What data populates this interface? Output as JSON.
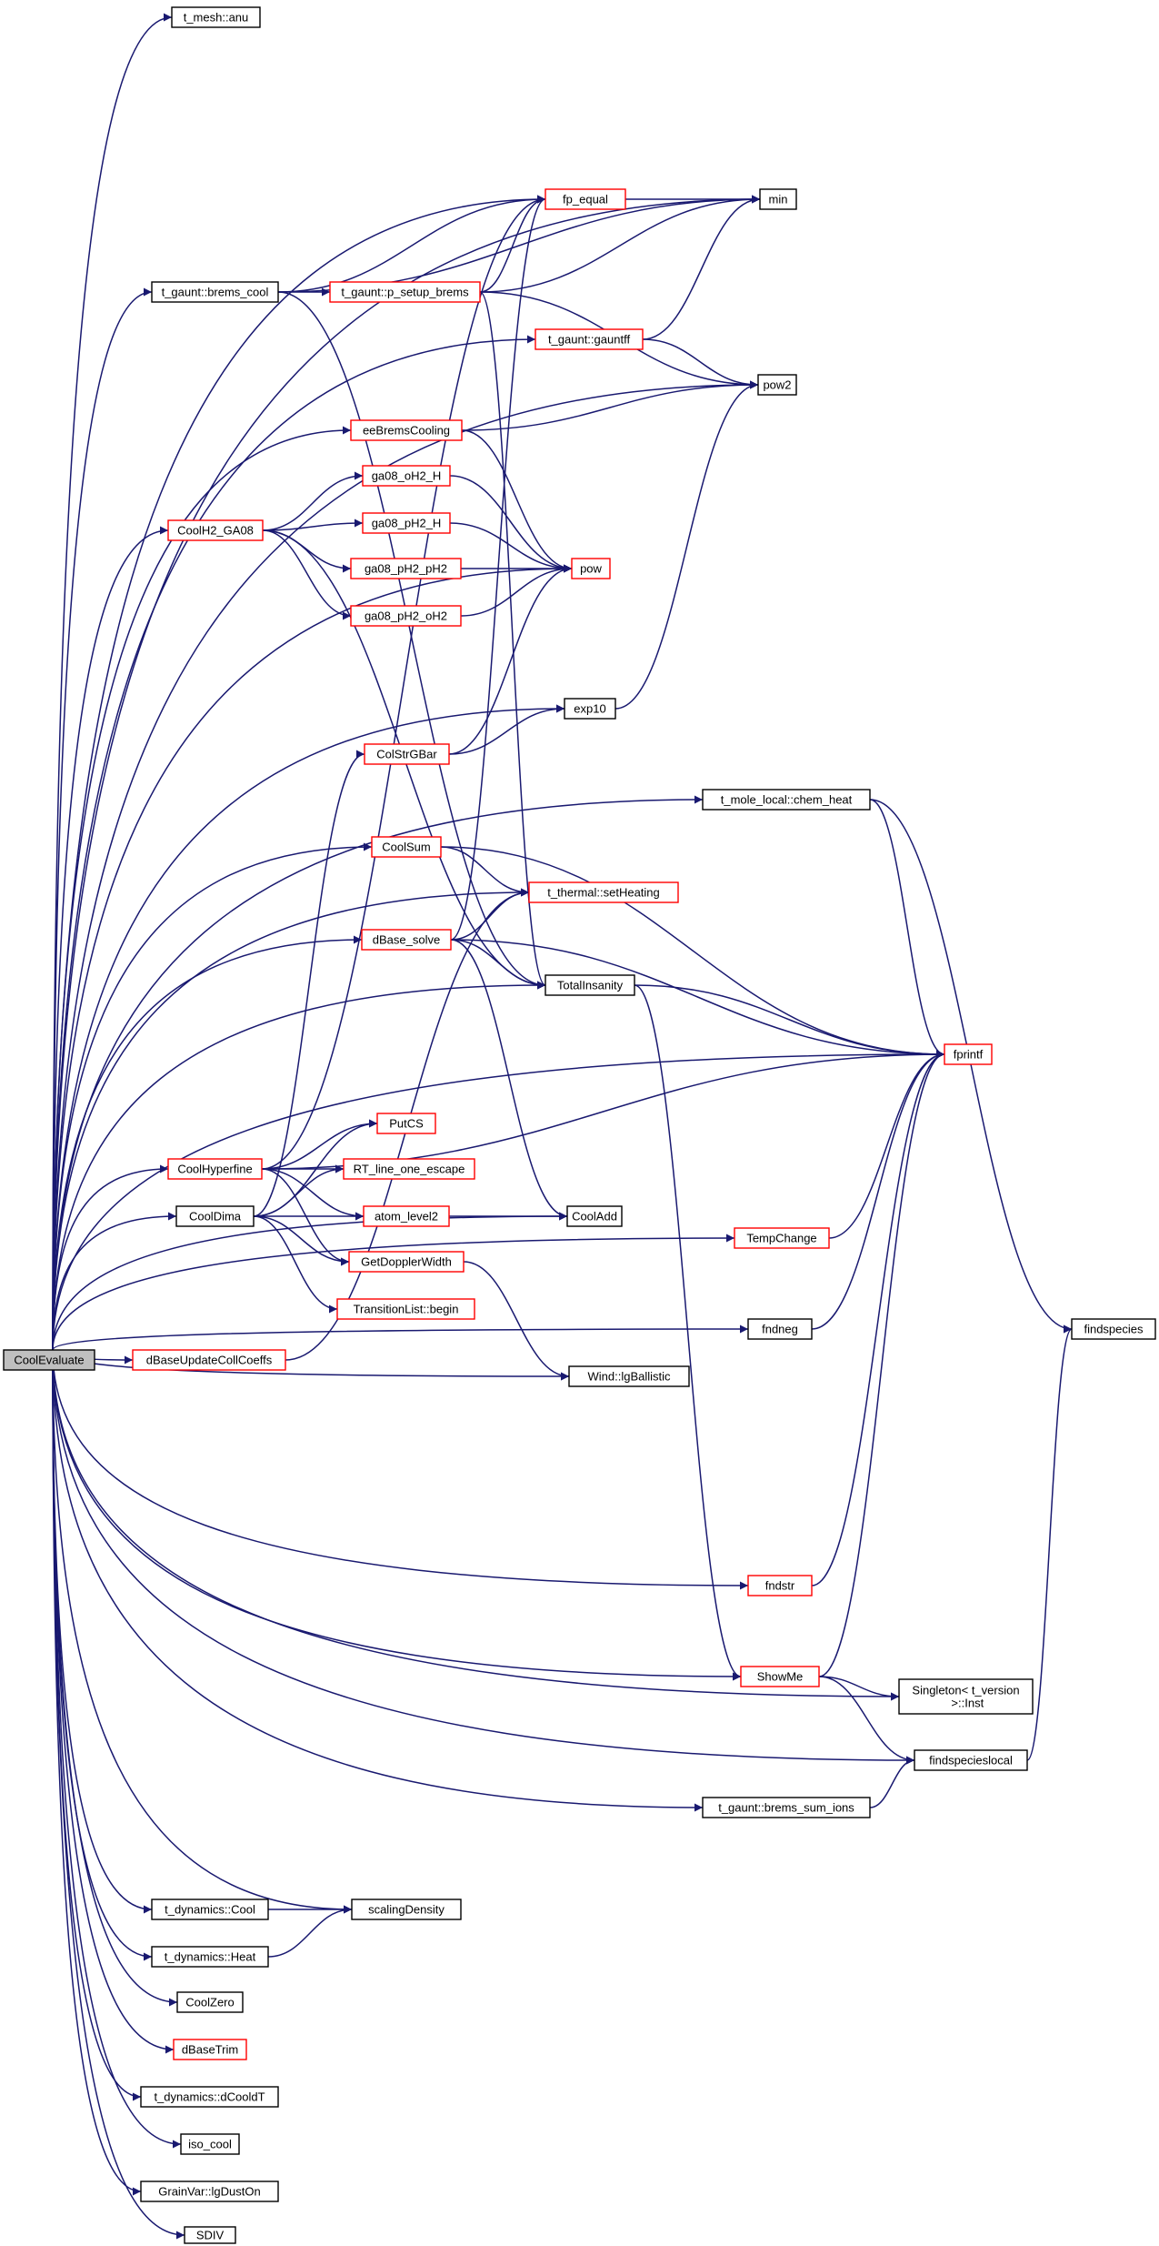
{
  "colors": {
    "edge": "#191970",
    "border_default": "#000000",
    "border_highlight": "#ff0000",
    "root_fill": "#bfbfbf",
    "node_fill": "#ffffff"
  },
  "nodes": [
    {
      "id": "cool_evaluate",
      "label": "CoolEvaluate",
      "style": "root"
    },
    {
      "id": "t_mesh_anu",
      "label": "t_mesh::anu",
      "style": "normal"
    },
    {
      "id": "min",
      "label": "min",
      "style": "normal"
    },
    {
      "id": "fp_equal",
      "label": "fp_equal",
      "style": "red"
    },
    {
      "id": "t_gaunt_brems_cool",
      "label": "t_gaunt::brems_cool",
      "style": "normal"
    },
    {
      "id": "t_gaunt_p_setup_brems",
      "label": "t_gaunt::p_setup_brems",
      "style": "red"
    },
    {
      "id": "t_gaunt_gauntff",
      "label": "t_gaunt::gauntff",
      "style": "red"
    },
    {
      "id": "pow2",
      "label": "pow2",
      "style": "normal"
    },
    {
      "id": "ee_brems_cooling",
      "label": "eeBremsCooling",
      "style": "red"
    },
    {
      "id": "ga08_oh2_h",
      "label": "ga08_oH2_H",
      "style": "red"
    },
    {
      "id": "ga08_ph2_h",
      "label": "ga08_pH2_H",
      "style": "red"
    },
    {
      "id": "coolh2_ga08",
      "label": "CoolH2_GA08",
      "style": "red"
    },
    {
      "id": "ga08_ph2_ph2",
      "label": "ga08_pH2_pH2",
      "style": "red"
    },
    {
      "id": "pow",
      "label": "pow",
      "style": "red"
    },
    {
      "id": "ga08_ph2_oh2",
      "label": "ga08_pH2_oH2",
      "style": "red"
    },
    {
      "id": "exp10",
      "label": "exp10",
      "style": "normal"
    },
    {
      "id": "colstr_gbar",
      "label": "ColStrGBar",
      "style": "red"
    },
    {
      "id": "chem_heat",
      "label": "t_mole_local::chem_heat",
      "style": "normal"
    },
    {
      "id": "cool_sum",
      "label": "CoolSum",
      "style": "red"
    },
    {
      "id": "set_heating",
      "label": "t_thermal::setHeating",
      "style": "red"
    },
    {
      "id": "dbase_solve",
      "label": "dBase_solve",
      "style": "red"
    },
    {
      "id": "total_insanity",
      "label": "TotalInsanity",
      "style": "normal"
    },
    {
      "id": "fprintf",
      "label": "fprintf",
      "style": "red"
    },
    {
      "id": "put_cs",
      "label": "PutCS",
      "style": "red"
    },
    {
      "id": "cool_hyperfine",
      "label": "CoolHyperfine",
      "style": "red"
    },
    {
      "id": "rt_line_one_escape",
      "label": "RT_line_one_escape",
      "style": "red"
    },
    {
      "id": "cool_dima",
      "label": "CoolDima",
      "style": "normal"
    },
    {
      "id": "atom_level2",
      "label": "atom_level2",
      "style": "red"
    },
    {
      "id": "cool_add",
      "label": "CoolAdd",
      "style": "normal"
    },
    {
      "id": "temp_change",
      "label": "TempChange",
      "style": "red"
    },
    {
      "id": "get_doppler_width",
      "label": "GetDopplerWidth",
      "style": "red"
    },
    {
      "id": "transition_list_begin",
      "label": "TransitionList::begin",
      "style": "red"
    },
    {
      "id": "fndneg",
      "label": "fndneg",
      "style": "normal"
    },
    {
      "id": "findspecies",
      "label": "findspecies",
      "style": "normal"
    },
    {
      "id": "wind_lg_ballistic",
      "label": "Wind::lgBallistic",
      "style": "normal"
    },
    {
      "id": "dbase_update_coll_coeffs",
      "label": "dBaseUpdateCollCoeffs",
      "style": "red"
    },
    {
      "id": "fndstr",
      "label": "fndstr",
      "style": "red"
    },
    {
      "id": "show_me",
      "label": "ShowMe",
      "style": "red"
    },
    {
      "id": "singleton_inst",
      "label": "Singleton< t_version\n >::Inst",
      "style": "normal"
    },
    {
      "id": "findspecieslocal",
      "label": "findspecieslocal",
      "style": "normal"
    },
    {
      "id": "brems_sum_ions",
      "label": "t_gaunt::brems_sum_ions",
      "style": "normal"
    },
    {
      "id": "t_dynamics_cool",
      "label": "t_dynamics::Cool",
      "style": "normal"
    },
    {
      "id": "scaling_density",
      "label": "scalingDensity",
      "style": "normal"
    },
    {
      "id": "t_dynamics_heat",
      "label": "t_dynamics::Heat",
      "style": "normal"
    },
    {
      "id": "cool_zero",
      "label": "CoolZero",
      "style": "normal"
    },
    {
      "id": "dbase_trim",
      "label": "dBaseTrim",
      "style": "red"
    },
    {
      "id": "t_dynamics_dcooldt",
      "label": "t_dynamics::dCooldT",
      "style": "normal"
    },
    {
      "id": "iso_cool",
      "label": "iso_cool",
      "style": "normal"
    },
    {
      "id": "grainvar_lg_dust_on",
      "label": "GrainVar::lgDustOn",
      "style": "normal"
    },
    {
      "id": "sdiv",
      "label": "SDIV",
      "style": "normal"
    }
  ],
  "edges": [
    {
      "from": "cool_evaluate",
      "to": "t_mesh_anu"
    },
    {
      "from": "cool_evaluate",
      "to": "min"
    },
    {
      "from": "cool_evaluate",
      "to": "fp_equal"
    },
    {
      "from": "cool_evaluate",
      "to": "t_gaunt_brems_cool"
    },
    {
      "from": "cool_evaluate",
      "to": "t_gaunt_gauntff"
    },
    {
      "from": "cool_evaluate",
      "to": "pow2"
    },
    {
      "from": "cool_evaluate",
      "to": "ee_brems_cooling"
    },
    {
      "from": "cool_evaluate",
      "to": "coolh2_ga08"
    },
    {
      "from": "cool_evaluate",
      "to": "pow"
    },
    {
      "from": "cool_evaluate",
      "to": "exp10"
    },
    {
      "from": "cool_evaluate",
      "to": "chem_heat"
    },
    {
      "from": "cool_evaluate",
      "to": "cool_sum"
    },
    {
      "from": "cool_evaluate",
      "to": "set_heating"
    },
    {
      "from": "cool_evaluate",
      "to": "dbase_solve"
    },
    {
      "from": "cool_evaluate",
      "to": "fprintf"
    },
    {
      "from": "cool_evaluate",
      "to": "cool_hyperfine"
    },
    {
      "from": "cool_evaluate",
      "to": "cool_dima"
    },
    {
      "from": "cool_evaluate",
      "to": "total_insanity"
    },
    {
      "from": "cool_evaluate",
      "to": "dbase_update_coll_coeffs"
    },
    {
      "from": "cool_evaluate",
      "to": "cool_add"
    },
    {
      "from": "cool_evaluate",
      "to": "wind_lg_ballistic"
    },
    {
      "from": "cool_evaluate",
      "to": "temp_change"
    },
    {
      "from": "cool_evaluate",
      "to": "fndneg"
    },
    {
      "from": "cool_evaluate",
      "to": "fndstr"
    },
    {
      "from": "cool_evaluate",
      "to": "show_me"
    },
    {
      "from": "cool_evaluate",
      "to": "singleton_inst"
    },
    {
      "from": "cool_evaluate",
      "to": "findspecieslocal"
    },
    {
      "from": "cool_evaluate",
      "to": "brems_sum_ions"
    },
    {
      "from": "cool_evaluate",
      "to": "scaling_density"
    },
    {
      "from": "cool_evaluate",
      "to": "t_dynamics_cool"
    },
    {
      "from": "cool_evaluate",
      "to": "t_dynamics_heat"
    },
    {
      "from": "cool_evaluate",
      "to": "cool_zero"
    },
    {
      "from": "cool_evaluate",
      "to": "dbase_trim"
    },
    {
      "from": "cool_evaluate",
      "to": "t_dynamics_dcooldt"
    },
    {
      "from": "cool_evaluate",
      "to": "iso_cool"
    },
    {
      "from": "cool_evaluate",
      "to": "grainvar_lg_dust_on"
    },
    {
      "from": "cool_evaluate",
      "to": "sdiv"
    },
    {
      "from": "t_gaunt_brems_cool",
      "to": "min"
    },
    {
      "from": "t_gaunt_brems_cool",
      "to": "fp_equal"
    },
    {
      "from": "t_gaunt_brems_cool",
      "to": "t_gaunt_p_setup_brems"
    },
    {
      "from": "t_gaunt_brems_cool",
      "to": "total_insanity"
    },
    {
      "from": "t_gaunt_p_setup_brems",
      "to": "fp_equal"
    },
    {
      "from": "t_gaunt_p_setup_brems",
      "to": "min"
    },
    {
      "from": "t_gaunt_p_setup_brems",
      "to": "pow2"
    },
    {
      "from": "t_gaunt_p_setup_brems",
      "to": "total_insanity"
    },
    {
      "from": "fp_equal",
      "to": "min"
    },
    {
      "from": "t_gaunt_gauntff",
      "to": "min"
    },
    {
      "from": "t_gaunt_gauntff",
      "to": "pow2"
    },
    {
      "from": "ee_brems_cooling",
      "to": "pow2"
    },
    {
      "from": "ee_brems_cooling",
      "to": "pow"
    },
    {
      "from": "coolh2_ga08",
      "to": "ga08_oh2_h"
    },
    {
      "from": "coolh2_ga08",
      "to": "ga08_ph2_h"
    },
    {
      "from": "coolh2_ga08",
      "to": "ga08_ph2_ph2"
    },
    {
      "from": "coolh2_ga08",
      "to": "ga08_ph2_oh2"
    },
    {
      "from": "coolh2_ga08",
      "to": "total_insanity"
    },
    {
      "from": "ga08_oh2_h",
      "to": "pow"
    },
    {
      "from": "ga08_ph2_h",
      "to": "pow"
    },
    {
      "from": "ga08_ph2_ph2",
      "to": "pow"
    },
    {
      "from": "ga08_ph2_oh2",
      "to": "pow"
    },
    {
      "from": "exp10",
      "to": "pow2"
    },
    {
      "from": "colstr_gbar",
      "to": "pow"
    },
    {
      "from": "colstr_gbar",
      "to": "exp10"
    },
    {
      "from": "chem_heat",
      "to": "fprintf"
    },
    {
      "from": "chem_heat",
      "to": "findspecies"
    },
    {
      "from": "cool_sum",
      "to": "set_heating"
    },
    {
      "from": "cool_sum",
      "to": "fprintf"
    },
    {
      "from": "dbase_solve",
      "to": "fp_equal"
    },
    {
      "from": "dbase_solve",
      "to": "set_heating"
    },
    {
      "from": "dbase_solve",
      "to": "total_insanity"
    },
    {
      "from": "dbase_solve",
      "to": "fprintf"
    },
    {
      "from": "dbase_solve",
      "to": "cool_add"
    },
    {
      "from": "total_insanity",
      "to": "fprintf"
    },
    {
      "from": "total_insanity",
      "to": "show_me"
    },
    {
      "from": "cool_hyperfine",
      "to": "fp_equal"
    },
    {
      "from": "cool_hyperfine",
      "to": "fprintf"
    },
    {
      "from": "cool_hyperfine",
      "to": "put_cs"
    },
    {
      "from": "cool_hyperfine",
      "to": "rt_line_one_escape"
    },
    {
      "from": "cool_hyperfine",
      "to": "atom_level2"
    },
    {
      "from": "cool_hyperfine",
      "to": "get_doppler_width"
    },
    {
      "from": "cool_dima",
      "to": "colstr_gbar"
    },
    {
      "from": "cool_dima",
      "to": "put_cs"
    },
    {
      "from": "cool_dima",
      "to": "rt_line_one_escape"
    },
    {
      "from": "cool_dima",
      "to": "atom_level2"
    },
    {
      "from": "cool_dima",
      "to": "get_doppler_width"
    },
    {
      "from": "cool_dima",
      "to": "transition_list_begin"
    },
    {
      "from": "atom_level2",
      "to": "cool_add"
    },
    {
      "from": "get_doppler_width",
      "to": "wind_lg_ballistic"
    },
    {
      "from": "temp_change",
      "to": "fprintf"
    },
    {
      "from": "fndneg",
      "to": "fprintf"
    },
    {
      "from": "fndstr",
      "to": "fprintf"
    },
    {
      "from": "dbase_update_coll_coeffs",
      "to": "set_heating"
    },
    {
      "from": "show_me",
      "to": "fprintf"
    },
    {
      "from": "show_me",
      "to": "singleton_inst"
    },
    {
      "from": "show_me",
      "to": "findspecieslocal"
    },
    {
      "from": "findspecieslocal",
      "to": "findspecies"
    },
    {
      "from": "brems_sum_ions",
      "to": "findspecieslocal"
    },
    {
      "from": "t_dynamics_cool",
      "to": "scaling_density"
    },
    {
      "from": "t_dynamics_heat",
      "to": "scaling_density"
    }
  ]
}
